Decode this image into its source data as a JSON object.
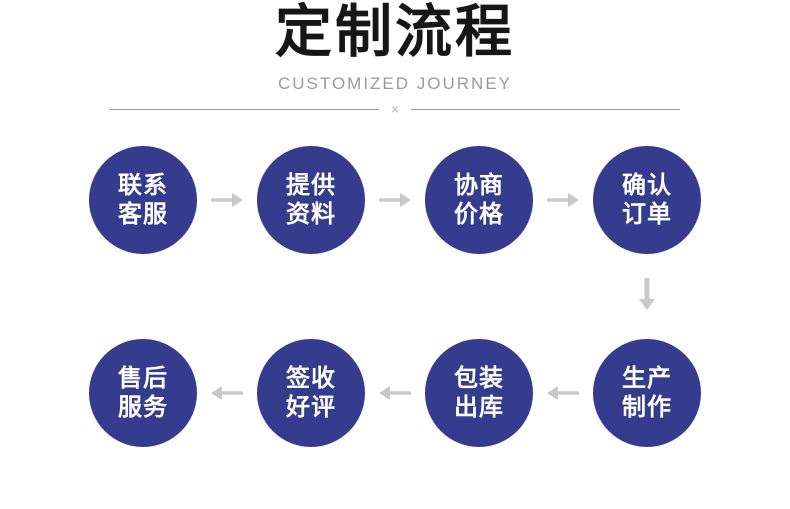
{
  "page": {
    "title": "定制流程",
    "subtitle": "CUSTOMIZED JOURNEY",
    "divider_mark": "×"
  },
  "colors": {
    "circle_blue": "#353b8d",
    "arrow_gray": "#c9c9c9",
    "title_black": "#161616",
    "subtitle_gray": "#9a9a9a",
    "circle_text": "#ffffff"
  },
  "flow": {
    "direction_top_row": "left-to-right",
    "direction_bottom_row": "right-to-left",
    "top_row": [
      {
        "name": "contact-service",
        "line1": "联系",
        "line2": "客服"
      },
      {
        "name": "provide-materials",
        "line1": "提供",
        "line2": "资料"
      },
      {
        "name": "negotiate-price",
        "line1": "协商",
        "line2": "价格"
      },
      {
        "name": "confirm-order",
        "line1": "确认",
        "line2": "订单"
      }
    ],
    "bottom_row": [
      {
        "name": "after-sales-service",
        "line1": "售后",
        "line2": "服务"
      },
      {
        "name": "sign-and-review",
        "line1": "签收",
        "line2": "好评"
      },
      {
        "name": "pack-and-ship",
        "line1": "包装",
        "line2": "出库"
      },
      {
        "name": "production",
        "line1": "生产",
        "line2": "制作"
      }
    ]
  }
}
